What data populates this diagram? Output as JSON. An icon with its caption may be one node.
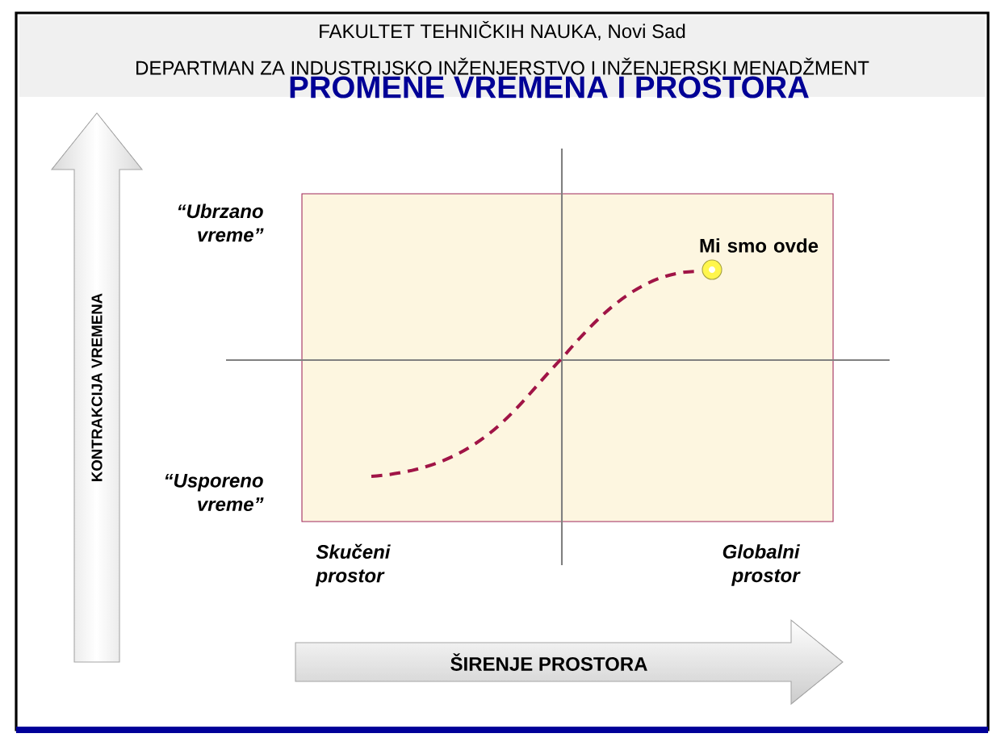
{
  "diagram": {
    "title": "PROMENE VREMENA I PROSTORA",
    "nodes": [
      {
        "text": [
          "KONTRAKCIJA VREMENA"
        ]
      },
      {
        "text": [
          "ŠIRENJE PROSTORA"
        ]
      }
    ],
    "labels": [
      "FAKULTET TEHNIČKIH NAUKA, Novi Sad",
      "DEPARTMAN ZA INDUSTRIJSKO INŽENJERSTVO I INŽENJERSKI MENADŽMENT",
      "“Ubrzano vreme”",
      "Mi smo ovde",
      "“Usporeno vreme”",
      "Skučeni prostor",
      "Globalni prostor"
    ]
  }
}
